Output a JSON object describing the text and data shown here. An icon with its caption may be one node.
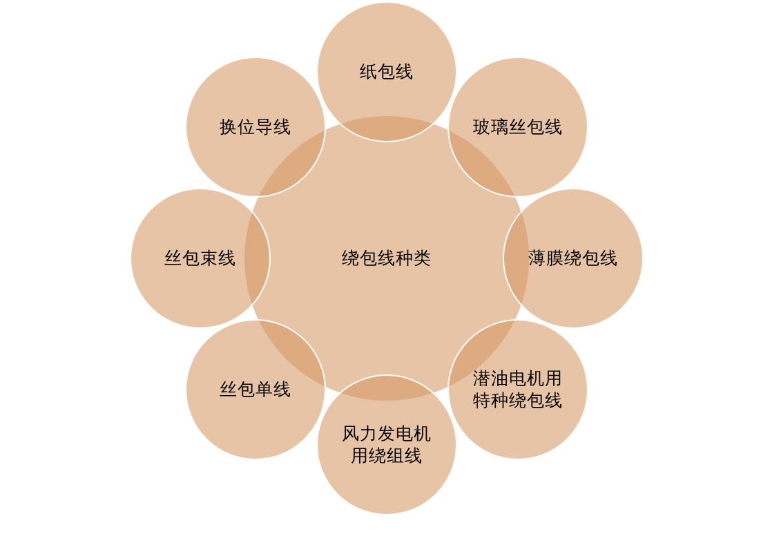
{
  "diagram": {
    "nodes": [
      {
        "text": [
          "绕包线种类"
        ]
      },
      {
        "text": [
          "纸包线"
        ]
      },
      {
        "text": [
          "玻璃丝包线"
        ]
      },
      {
        "text": [
          "薄膜绕包线"
        ]
      },
      {
        "text": [
          "潜油电机用特种绕包线"
        ]
      },
      {
        "text": [
          "风力发电机用绕组线"
        ]
      },
      {
        "text": [
          "丝包单线"
        ]
      },
      {
        "text": [
          "丝包束线"
        ]
      },
      {
        "text": [
          "换位导线"
        ]
      }
    ]
  }
}
